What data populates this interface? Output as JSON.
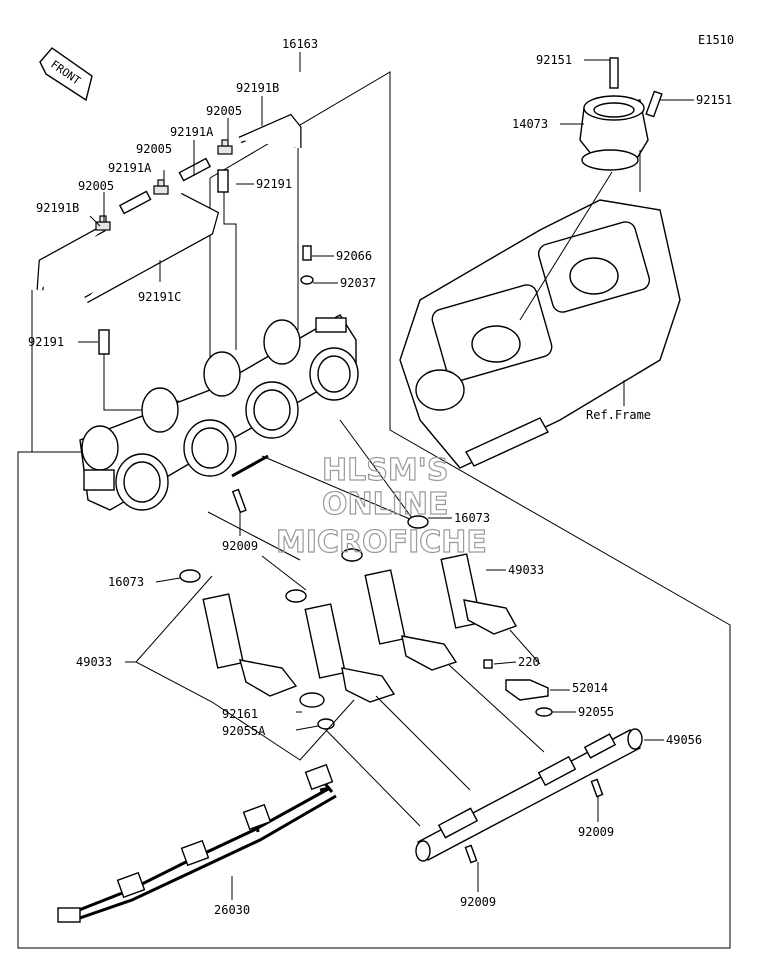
{
  "diagram_code": "E1510",
  "front_label": "FRONT",
  "ref_frame_label": "Ref.Frame",
  "watermark": [
    "HLSM'S",
    "ONLINE",
    "MICROFICHE"
  ],
  "callouts": {
    "c16163": "16163",
    "c92191B_top": "92191B",
    "c92005_a": "92005",
    "c92191A_a": "92191A",
    "c92005_b": "92005",
    "c92191A_b": "92191A",
    "c92005_c": "92005",
    "c92191B_left": "92191B",
    "c92191_right": "92191",
    "c92066": "92066",
    "c92037": "92037",
    "c92191C": "92191C",
    "c92191_left": "92191",
    "c92151_top": "92151",
    "c14073": "14073",
    "c92151_right": "92151",
    "c16073_right": "16073",
    "c92009_mid": "92009",
    "c16073_left": "16073",
    "c49033_right": "49033",
    "c49033_left": "49033",
    "c220": "220",
    "c52014": "52014",
    "c92055": "92055",
    "c92161": "92161",
    "c92055A": "92055A",
    "c49056": "49056",
    "c92009_right": "92009",
    "c92009_bottom": "92009",
    "c26030": "26030"
  }
}
